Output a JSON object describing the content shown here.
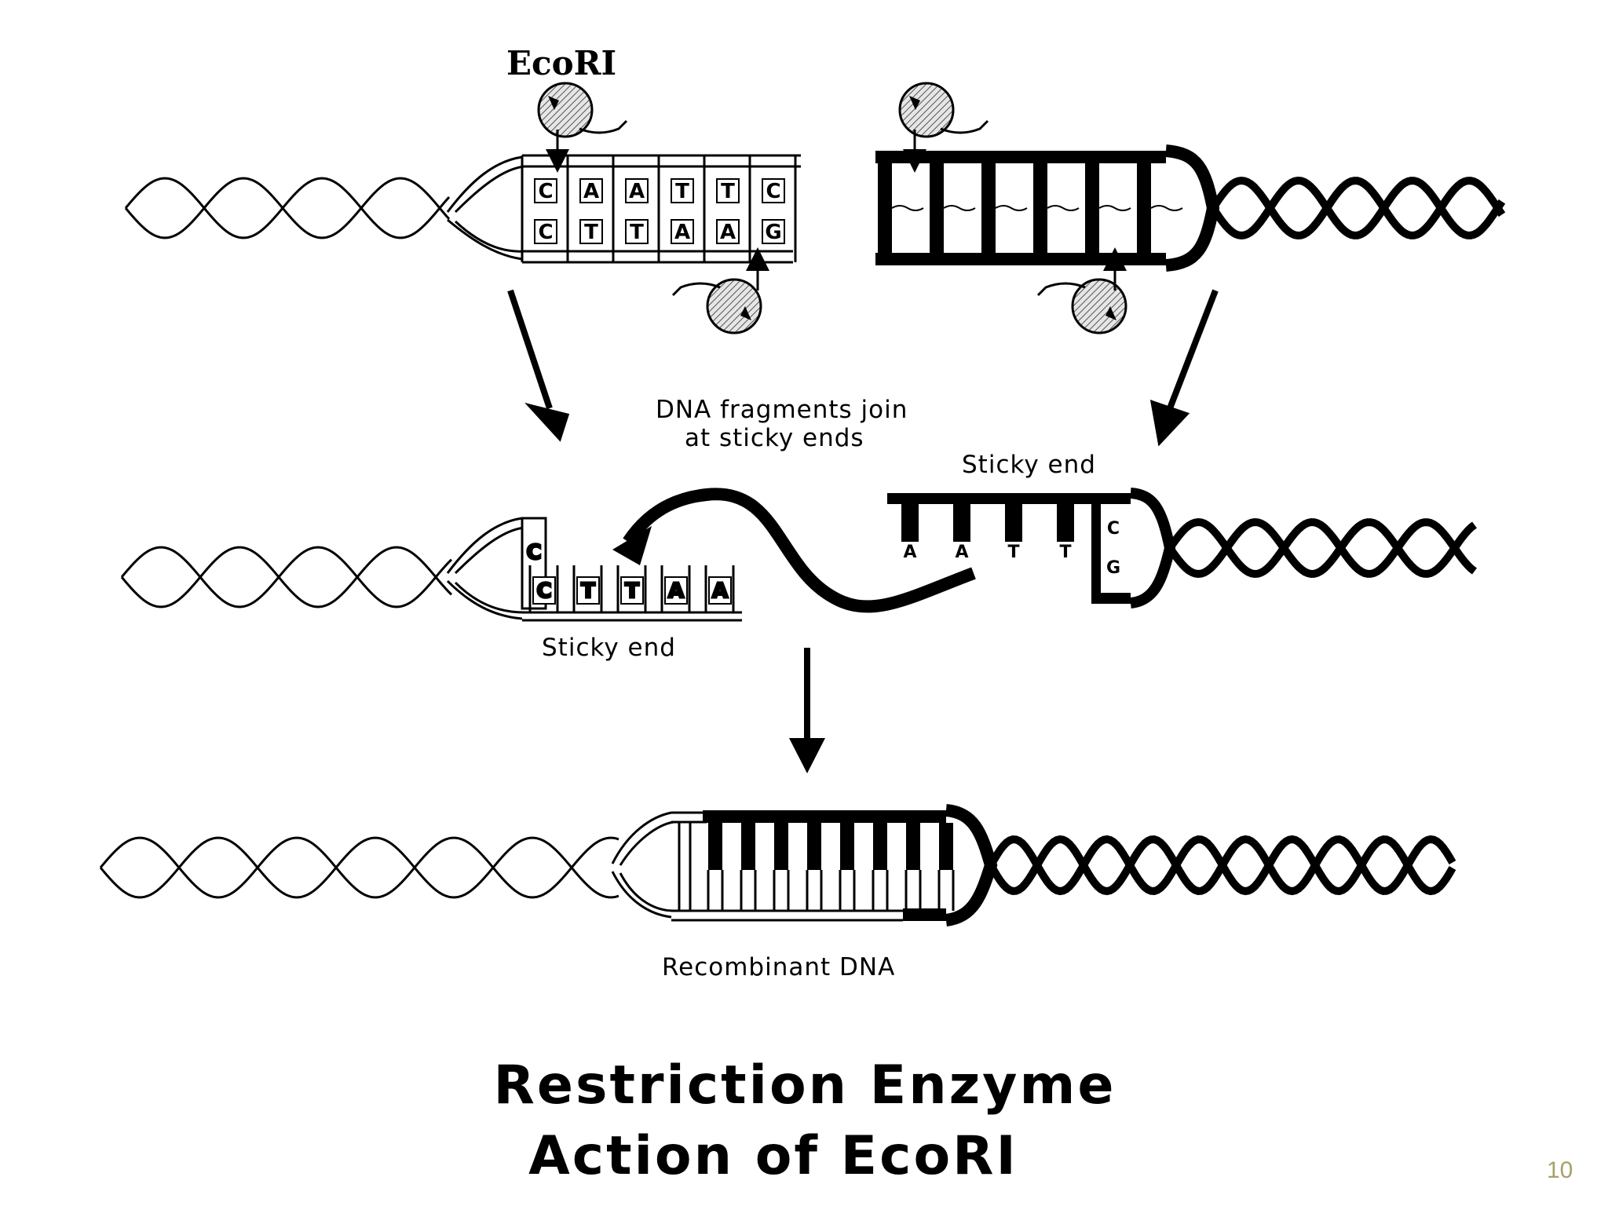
{
  "diagram": {
    "enzyme_label": "EcoRI",
    "join_caption_line1": "DNA fragments join",
    "join_caption_line2": "at sticky ends",
    "sticky_end_right": "Sticky end",
    "sticky_end_left": "Sticky end",
    "recombinant_label": "Recombinant DNA",
    "top_strand_bases": [
      "C",
      "A",
      "A",
      "T",
      "T",
      "C"
    ],
    "bottom_strand_bases": [
      "C",
      "T",
      "T",
      "A",
      "A",
      "G"
    ],
    "left_fragment_top_base": "C",
    "left_fragment_overhang": [
      "C",
      "T",
      "T",
      "A",
      "A"
    ],
    "right_fragment_overhang": [
      "A",
      "A",
      "T",
      "T"
    ],
    "right_fragment_bases": [
      "C",
      "G"
    ]
  },
  "title": {
    "line1": "Restriction Enzyme",
    "line2": "Action of EcoRI"
  },
  "page_number": "10"
}
